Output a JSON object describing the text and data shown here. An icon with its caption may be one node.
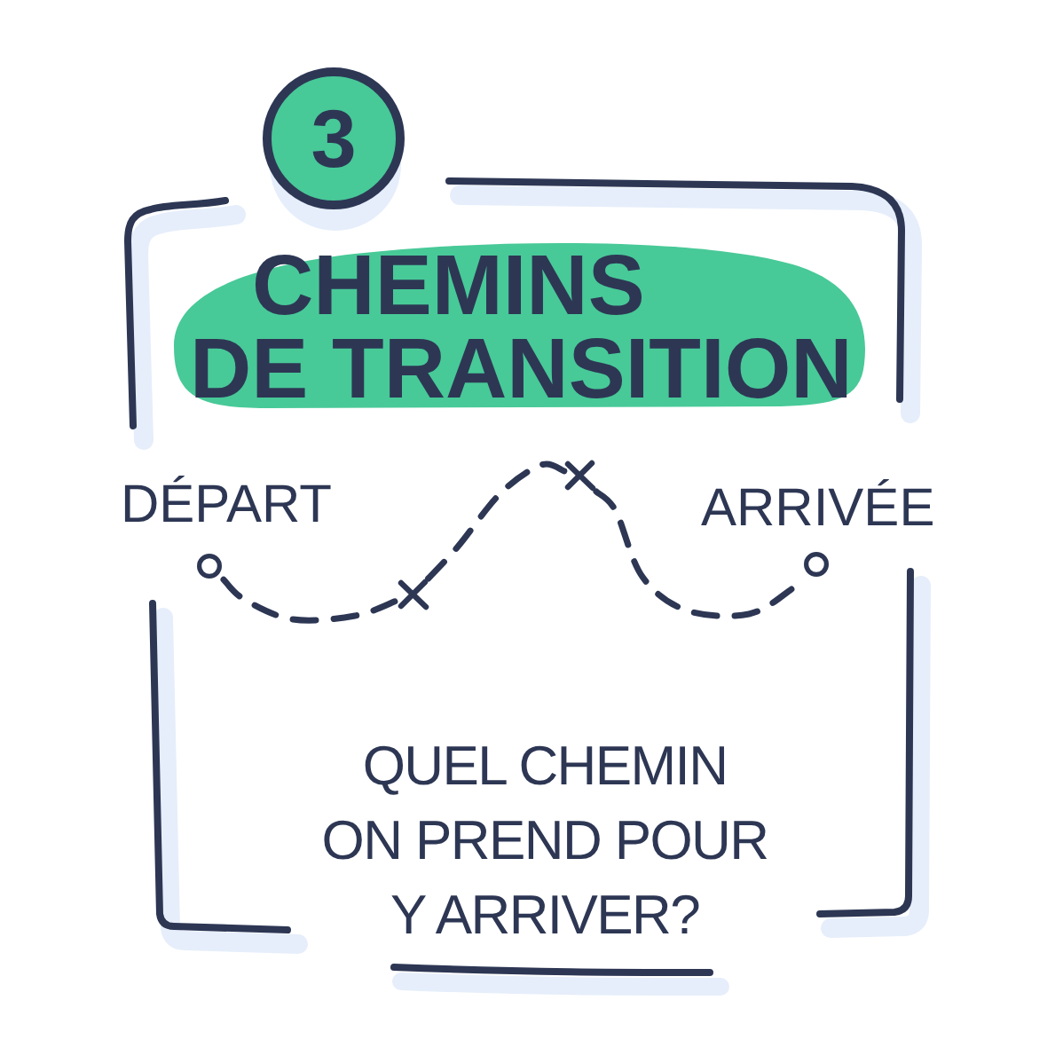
{
  "diagram": {
    "nodes": [
      {
        "text": [
          "3"
        ]
      },
      {
        "text": [
          "QUEL CHEMIN ON PREND POUR Y ARRIVER?"
        ]
      },
      {
        "text": [
          "CHEMINS DE TRANSITION"
        ],
        "in": 1
      },
      {
        "text": [],
        "shape": "circle",
        "beside": [
          "DÉPART"
        ],
        "in": 1
      },
      {
        "text": [],
        "shape": "cross",
        "in": 1
      },
      {
        "text": [],
        "shape": "cross",
        "in": 1
      },
      {
        "text": [],
        "shape": "circle",
        "beside": [
          "ARRIVÉE"
        ],
        "in": 1
      }
    ],
    "edges": [
      {
        "from": 3,
        "to": 4,
        "arrow": "none",
        "style": "dashed"
      },
      {
        "from": 4,
        "to": 5,
        "arrow": "none",
        "style": "dashed"
      },
      {
        "from": 5,
        "to": 6,
        "arrow": "none",
        "style": "dashed"
      }
    ]
  }
}
